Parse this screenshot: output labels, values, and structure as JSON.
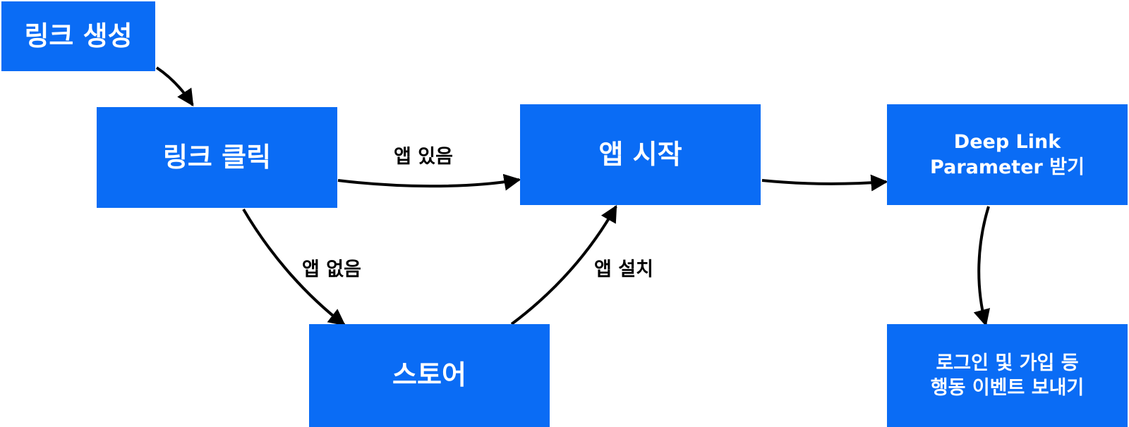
{
  "diagram": {
    "accent_color": "#0a6cf5",
    "arrow_color": "#000000",
    "nodes": {
      "create": "링크 생성",
      "click": "링크 클릭",
      "start": "앱 시작",
      "deeplink_line1": "Deep Link",
      "deeplink_line2": "Parameter 받기",
      "store": "스토어",
      "event_line1": "로그인 및 가입 등",
      "event_line2": "행동 이벤트 보내기"
    },
    "edges": {
      "has_app": "앱 있음",
      "no_app": "앱 없음",
      "install_app": "앱 설치"
    }
  }
}
